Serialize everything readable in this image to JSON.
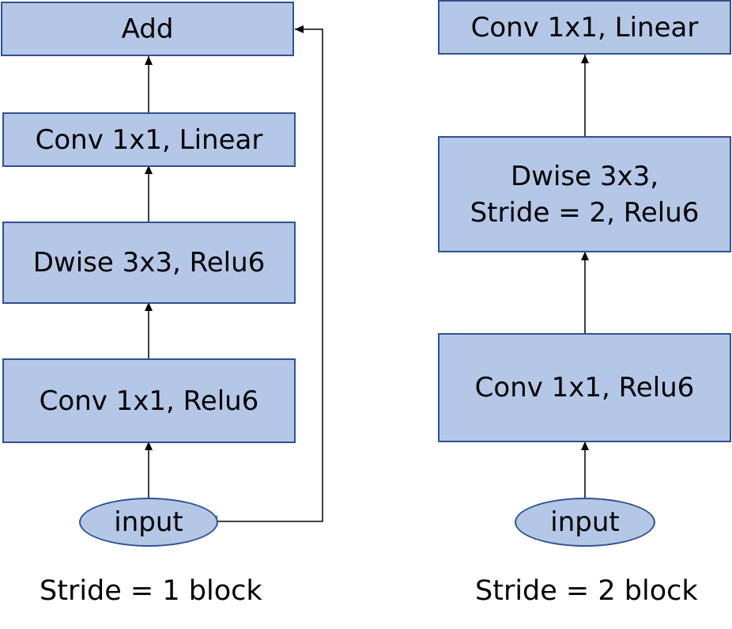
{
  "stride1": {
    "add": "Add",
    "conv_linear": "Conv 1x1, Linear",
    "dwise": "Dwise 3x3, Relu6",
    "conv_relu": "Conv 1x1, Relu6",
    "input": "input",
    "caption": "Stride = 1 block"
  },
  "stride2": {
    "conv_linear": "Conv 1x1, Linear",
    "dwise": "Dwise 3x3,\nStride = 2, Relu6",
    "conv_relu": "Conv 1x1, Relu6",
    "input": "input",
    "caption": "Stride = 2 block"
  },
  "colors": {
    "box_fill": "#b4c7e7",
    "box_border": "#2f528f",
    "edge": "#000000",
    "accent": "#4472c4"
  }
}
